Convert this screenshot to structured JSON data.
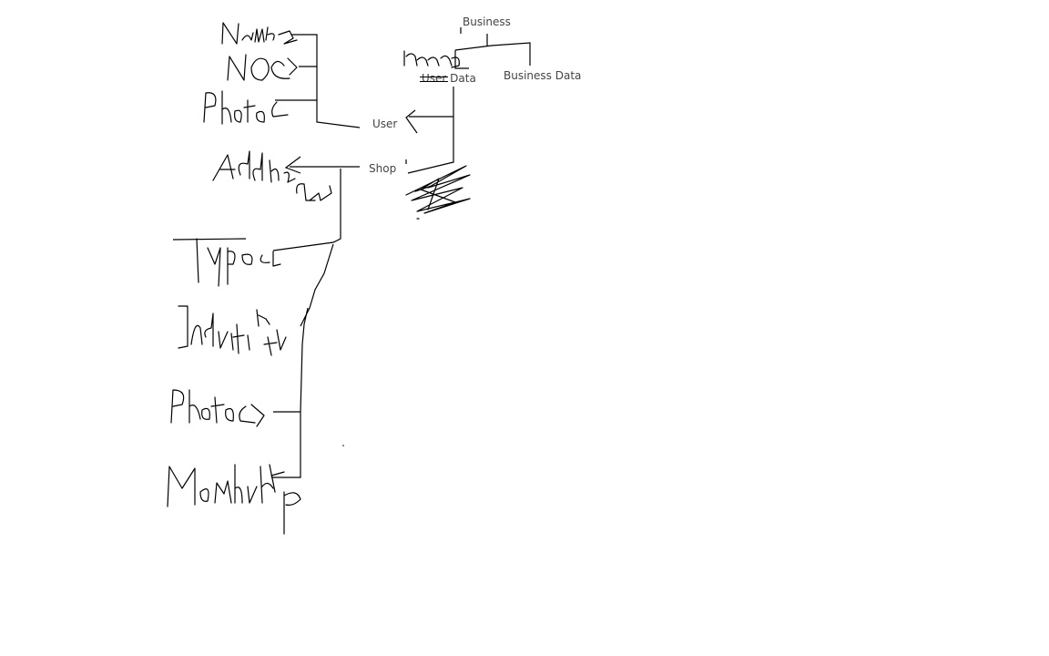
{
  "diagram": {
    "typed_labels": {
      "business": "Business",
      "business_data": "Business Data",
      "user_data_struck": "User",
      "user_data_rest": " Data",
      "user": "User",
      "shop": "Shop"
    },
    "handwritten_labels": [
      "Name",
      "NOC",
      "Photo",
      "Address",
      "Type",
      "Industry",
      "Photo",
      "Membership",
      "Owner"
    ]
  }
}
